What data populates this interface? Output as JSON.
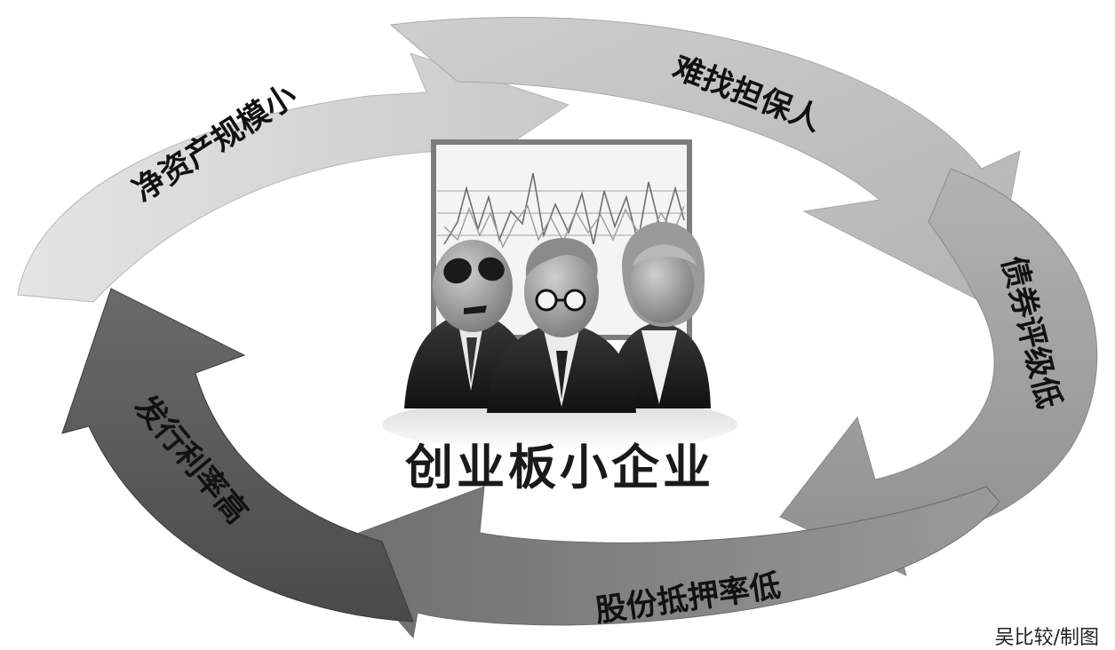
{
  "center": {
    "title": "创业板小企业"
  },
  "cycle": {
    "steps": [
      {
        "label": "净资产规模小"
      },
      {
        "label": "难找担保人"
      },
      {
        "label": "债券评级低"
      },
      {
        "label": "股份抵押率低"
      },
      {
        "label": "发行利率高"
      }
    ]
  },
  "credit": "吴比较/制图"
}
